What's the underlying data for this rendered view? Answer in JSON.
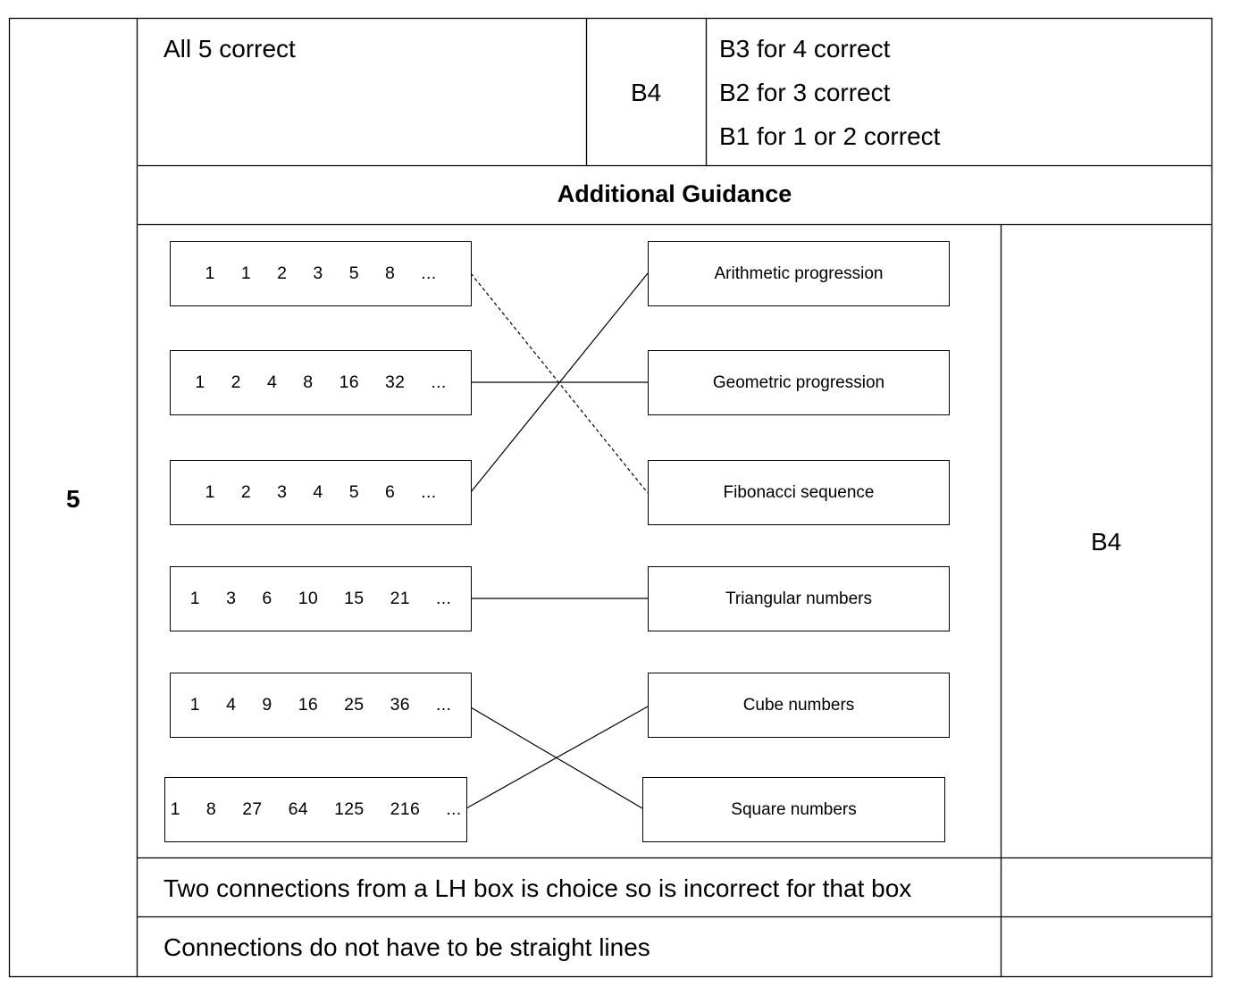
{
  "question": {
    "number": "5"
  },
  "answer": {
    "text": "All 5 correct",
    "mark": "B4",
    "partial_marks": [
      "B3 for 4 correct",
      "B2 for 3 correct",
      "B1 for 1 or 2 correct"
    ]
  },
  "guidance": {
    "heading": "Additional Guidance",
    "mark": "B4",
    "notes": [
      "Two connections from a LH box is choice so is incorrect for that box",
      "Connections do not have to be straight lines"
    ]
  },
  "matching": {
    "left_boxes": [
      "1   1   2   3   5   8   ...",
      "1   2   4   8   16   32   ...",
      "1   2   3   4   5   6   ...",
      "1   3   6   10   15   21   ...",
      "1   4   9   16   25   36   ...",
      "1   8   27   64   125   216   ..."
    ],
    "right_boxes": [
      "Arithmetic progression",
      "Geometric progression",
      "Fibonacci sequence",
      "Triangular numbers",
      "Cube numbers",
      "Square numbers"
    ]
  }
}
